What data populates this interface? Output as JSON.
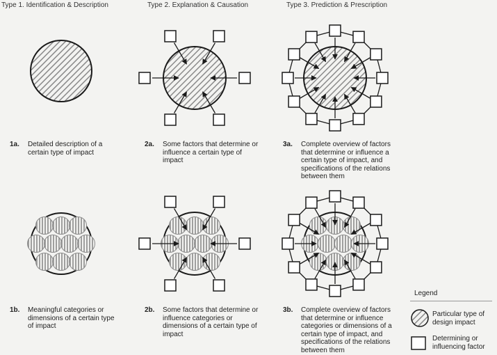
{
  "headers": {
    "type1": "Type 1. Identification & Description",
    "type2": "Type 2. Explanation & Causation",
    "type3": "Type 3. Prediction & Prescription"
  },
  "captions": {
    "c1a": {
      "num": "1a.",
      "text": "Detailed description of a certain type of impact"
    },
    "c2a": {
      "num": "2a.",
      "text": "Some factors that determine or influence a certain type of impact"
    },
    "c3a": {
      "num": "3a.",
      "text": "Complete overview of factors that determine or influence a certain type of impact, and specifications of the relations between them"
    },
    "c1b": {
      "num": "1b.",
      "text": "Meaningful categories or dimensions of a certain type of impact"
    },
    "c2b": {
      "num": "2b.",
      "text": "Some factors that determine or influence categories or dimensions of a certain type of impact"
    },
    "c3b": {
      "num": "3b.",
      "text": "Complete overview of factors that determine or influence categories or dimensions of a certain type of impact, and specifications of the relations between them"
    }
  },
  "legend": {
    "title": "Legend",
    "impact": "Particular type of design impact",
    "factor": "Determining or influencing factor"
  },
  "colors": {
    "stroke": "#1a1a1a",
    "hatch": "#8a8a8a",
    "background": "#f3f3f1"
  }
}
